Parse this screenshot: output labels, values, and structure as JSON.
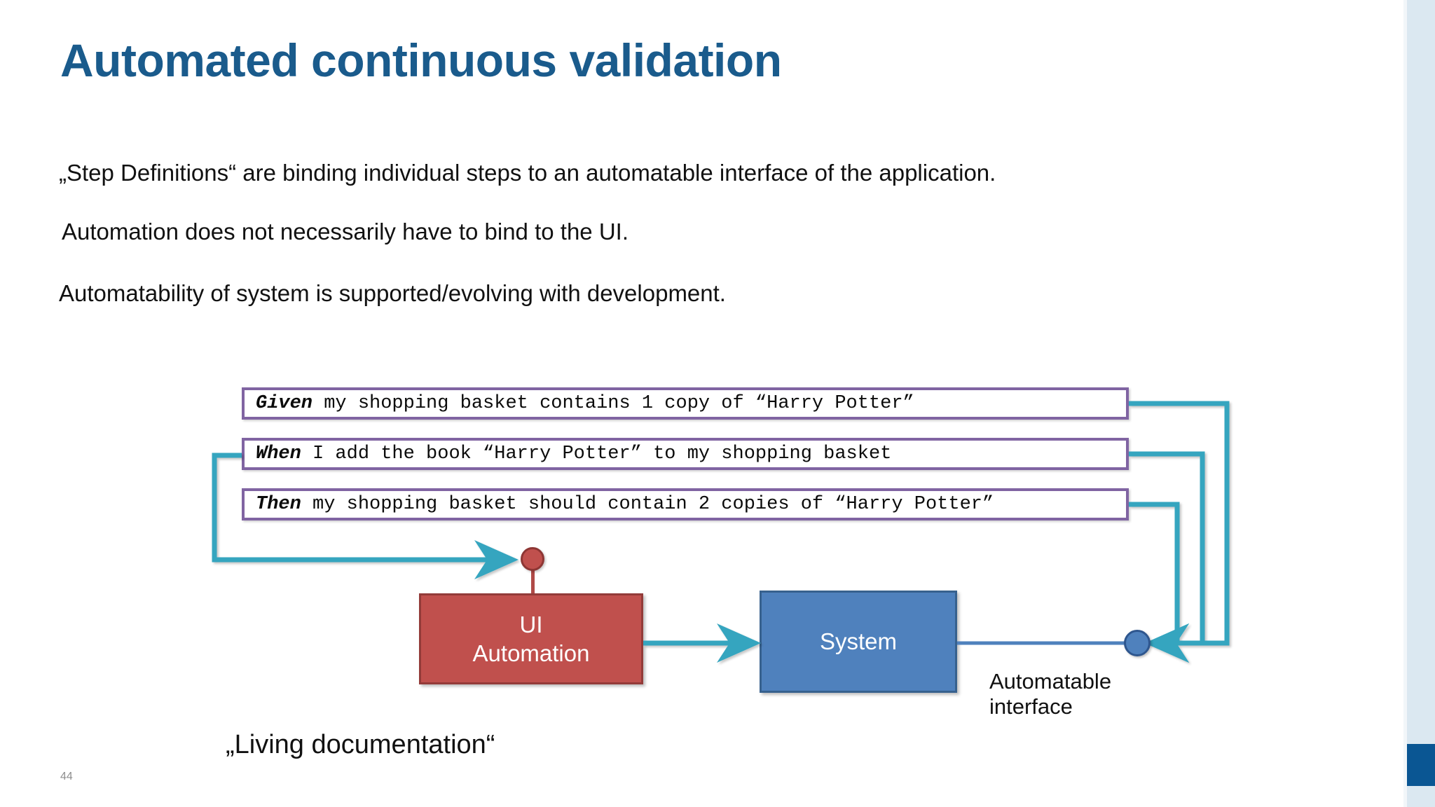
{
  "slide": {
    "title": "Automated continuous validation",
    "number": "44",
    "accent_title_color": "#1a5b8c",
    "right_strip_color": "#dbe8f1",
    "right_strip_accent_color": "#0a5693"
  },
  "body": {
    "lines": [
      "„Step Definitions“ are binding individual steps to an automatable interface of the application.",
      "Automation does not necessarily have to bind to the UI.",
      "Automatability of system is supported/evolving with development."
    ]
  },
  "diagram": {
    "step_boxes": [
      {
        "keyword": "Given",
        "rest": " my shopping basket contains 1 copy of “Harry Potter”"
      },
      {
        "keyword": "When",
        "rest": " I add the book “Harry Potter” to my shopping basket"
      },
      {
        "keyword": "Then",
        "rest": " my shopping basket should contain 2 copies of “Harry Potter”"
      }
    ],
    "step_box_border_color": "#8064a2",
    "ui_automation": {
      "line1": "UI",
      "line2": "Automation",
      "fill": "#c0504d",
      "border": "#933b39"
    },
    "system": {
      "label": "System",
      "fill": "#4f81bd",
      "border": "#37618e"
    },
    "automatable_interface": {
      "line1": "Automatable",
      "line2": "interface"
    },
    "living_documentation": "„Living documentation“",
    "connector_color": "#35a5bf"
  }
}
